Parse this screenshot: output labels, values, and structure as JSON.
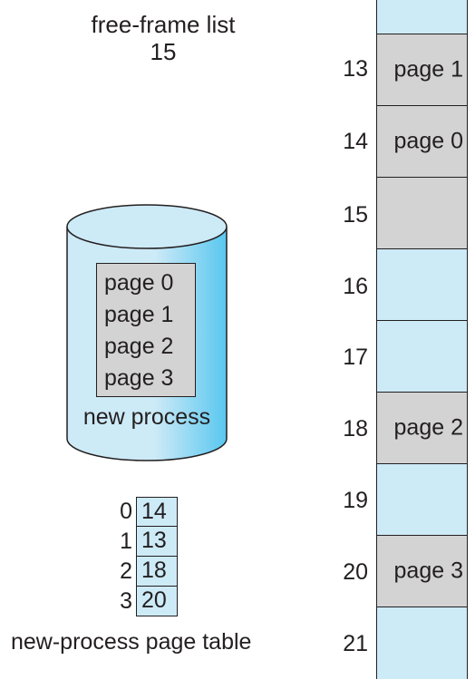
{
  "free_frame_list": {
    "title": "free-frame list",
    "frames": [
      "15"
    ]
  },
  "new_process": {
    "pages": [
      "page 0",
      "page 1",
      "page 2",
      "page 3"
    ],
    "label": "new process"
  },
  "memory": {
    "frames": [
      {
        "number": "13",
        "content": "page 1",
        "used": true
      },
      {
        "number": "14",
        "content": "page 0",
        "used": true
      },
      {
        "number": "15",
        "content": "",
        "used": true
      },
      {
        "number": "16",
        "content": "",
        "used": false
      },
      {
        "number": "17",
        "content": "",
        "used": false
      },
      {
        "number": "18",
        "content": "page 2",
        "used": true
      },
      {
        "number": "19",
        "content": "",
        "used": false
      },
      {
        "number": "20",
        "content": "page 3",
        "used": true
      },
      {
        "number": "21",
        "content": "",
        "used": false
      }
    ]
  },
  "page_table": {
    "rows": [
      {
        "index": "0",
        "frame": "14"
      },
      {
        "index": "1",
        "frame": "13"
      },
      {
        "index": "2",
        "frame": "18"
      },
      {
        "index": "3",
        "frame": "20"
      }
    ],
    "title": "new-process page table"
  },
  "colors": {
    "free_frame": "#cdeaf7",
    "used_frame": "#d3d3d3",
    "cylinder_body": "#cdeaf7",
    "cylinder_shade": "#59c7ef"
  }
}
